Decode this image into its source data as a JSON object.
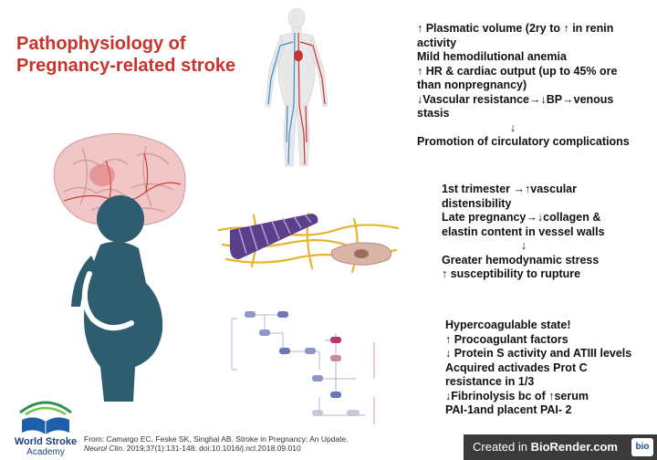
{
  "title": [
    "Pathophysiology of",
    "Pregnancy-related stroke"
  ],
  "block1": [
    "↑ Plasmatic volume  (2ry to ↑ in renin",
    "activity",
    "Mild hemodilutional anemia",
    "↑ HR & cardiac output (up to 45% ore",
    "than nonpregnancy)",
    "↓Vascular resistance→↓BP→venous",
    "stasis",
    "↓",
    "Promotion of circulatory complications"
  ],
  "block2": [
    "1st trimester →↑vascular",
    "distensibility",
    "Late pregnancy→↓collagen &",
    "elastin content in vessel walls",
    "↓",
    "Greater hemodynamic stress",
    "↑ susceptibility to rupture"
  ],
  "block3": [
    "Hypercoagulable state!",
    "↑ Procoagulant factors",
    "↓ Protein S activity and  ATIII levels",
    "Acquired activades Prot C",
    "resistance in 1/3",
    "↓Fibrinolysis bc of ↑serum",
    "PAI-1and placent PAI- 2"
  ],
  "citation": {
    "prefix": "From: Camargo EC, Feske SK, Singhal AB. Stroke in Pregnancy: An Update.",
    "journal": "Neurol Clin",
    "suffix": ". 2019;37(1):131-148. doi:10.1016/j.ncl.2018.09.010"
  },
  "logo": {
    "line1": "World Stroke",
    "line2": "Academy"
  },
  "biorender": {
    "prefix": "Created in ",
    "brand": "BioRender.com",
    "badge": "bio"
  },
  "colors": {
    "title": "#c8332b",
    "silhouette": "#2f5d70",
    "vein": "#3a8dc4",
    "artery": "#c8332b",
    "collagen": "#e6b52e",
    "fiber": "#5b3f8a"
  }
}
